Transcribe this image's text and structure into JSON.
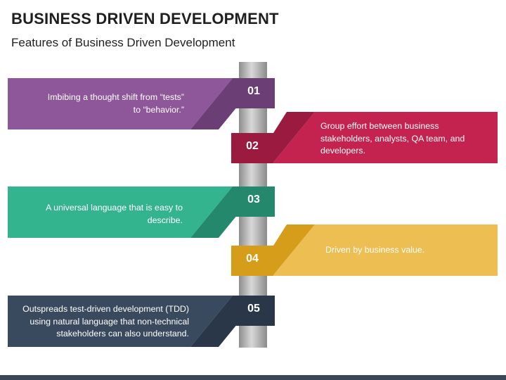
{
  "title": "BUSINESS DRIVEN DEVELOPMENT",
  "subtitle": "Features of Business Driven Development",
  "colors": {
    "purple": "#8E579A",
    "purple_dark": "#6B3F76",
    "crimson": "#C5234F",
    "crimson_dark": "#9A1A40",
    "teal": "#33B38E",
    "teal_dark": "#24896C",
    "yellow": "#EDBF52",
    "yellow_dark": "#D69D1A",
    "navy": "#3A4A5E",
    "navy_dark": "#2A3748",
    "pole": "#A9A9A9",
    "footer": "#3B4756"
  },
  "items": [
    {
      "number": "01",
      "text": "Imbibing a thought shift from “tests” to “behavior.”"
    },
    {
      "number": "02",
      "text": "Group effort between business stakeholders, analysts, QA team, and developers."
    },
    {
      "number": "03",
      "text": "A universal language that is easy to describe."
    },
    {
      "number": "04",
      "text": "Driven by business value."
    },
    {
      "number": "05",
      "text": "Outspreads test-driven development (TDD) using natural language that non-technical stakeholders can also understand."
    }
  ]
}
